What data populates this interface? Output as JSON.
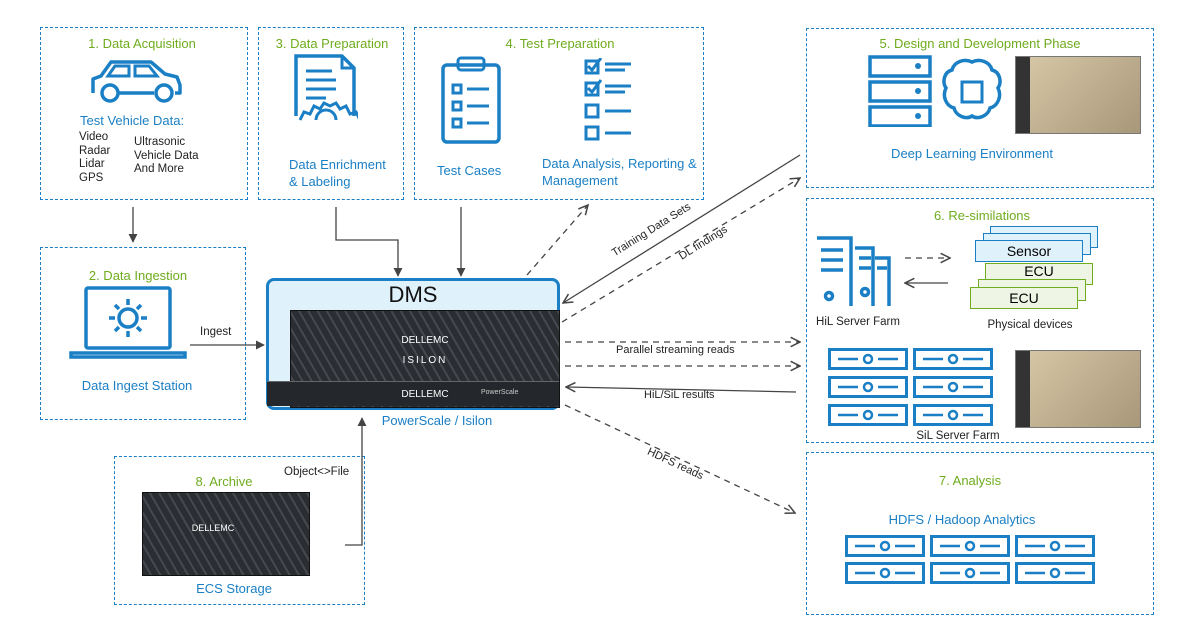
{
  "boxes": {
    "acquisition": {
      "title": "1. Data Acquisition",
      "subtitle": "Test Vehicle Data:",
      "col1": [
        "Video",
        "Radar",
        "Lidar",
        "GPS"
      ],
      "col2": [
        "Ultrasonic",
        "Vehicle Data",
        "And More"
      ]
    },
    "ingestion": {
      "title": "2. Data Ingestion",
      "caption": "Data Ingest Station"
    },
    "preparation": {
      "title": "3. Data Preparation",
      "caption1": "Data Enrichment",
      "caption2": "& Labeling"
    },
    "test": {
      "title": "4. Test Preparation",
      "cases": "Test Cases",
      "analysis1": "Data Analysis, Reporting &",
      "analysis2": "Management"
    },
    "design": {
      "title": "5. Design and Development Phase",
      "caption": "Deep Learning Environment"
    },
    "resim": {
      "title": "6. Re-similations",
      "hil": "HiL Server Farm",
      "sensor": "Sensor",
      "ecu_back": "ECU",
      "ecu": "ECU",
      "devices": "Physical devices",
      "sil": "SiL Server Farm"
    },
    "analysis": {
      "title": "7. Analysis",
      "caption": "HDFS / Hadoop Analytics"
    },
    "archive": {
      "title": "8. Archive",
      "caption": "ECS Storage",
      "server_logo": "DELLEMC"
    }
  },
  "dms": {
    "title": "DMS",
    "caption": "PowerScale / Isilon",
    "logo1": "DELLEMC",
    "logo2": "ISILON",
    "logo3": "DELLEMC",
    "logo4": "PowerScale"
  },
  "arrows": {
    "ingest": "Ingest",
    "object": "Object<>File",
    "training": "Training Data Sets",
    "dl": "DL findings",
    "parallel": "Parallel streaming reads",
    "results": "HiL/SiL results",
    "hdfs": "HDFS reads"
  },
  "colors": {
    "border": "#1a7fc4",
    "title": "#6fac1e",
    "dms_fill": "#dff1fb"
  }
}
